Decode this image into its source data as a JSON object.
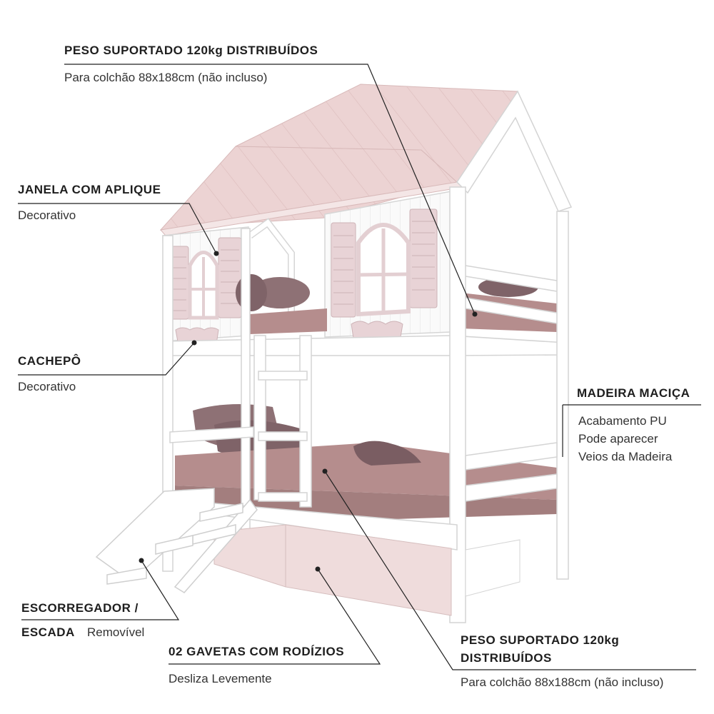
{
  "callouts": {
    "peso_top": {
      "title": "PESO SUPORTADO 120kg DISTRIBUÍDOS",
      "subtitle": "Para colchão 88x188cm (não incluso)"
    },
    "janela": {
      "title": "JANELA COM APLIQUE",
      "subtitle": "Decorativo"
    },
    "cachepo": {
      "title": "CACHEPÔ",
      "subtitle": "Decorativo"
    },
    "madeira": {
      "title": "MADEIRA MACIÇA",
      "line1": "Acabamento PU",
      "line2": "Pode aparecer",
      "line3": "Veios da Madeira"
    },
    "escorregador": {
      "title_line1": "ESCORREGADOR /",
      "title_line2": "ESCADA",
      "subtitle": "Removível"
    },
    "gavetas": {
      "title": "02 GAVETAS COM RODÍZIOS",
      "subtitle": "Desliza Levemente"
    },
    "peso_bottom": {
      "title_line1": "PESO SUPORTADO 120kg",
      "title_line2": "DISTRIBUÍDOS",
      "subtitle": "Para colchão 88x188cm (não incluso)"
    }
  },
  "colors": {
    "frame": "#ffffff",
    "frame_stroke": "#d9d9d9",
    "roof": "#ecd3d3",
    "mattress": "#b58d8d",
    "pillow": "#8a6a70",
    "shutter": "#e8d3d6",
    "drawer": "#efdcdc",
    "line": "#222222"
  }
}
